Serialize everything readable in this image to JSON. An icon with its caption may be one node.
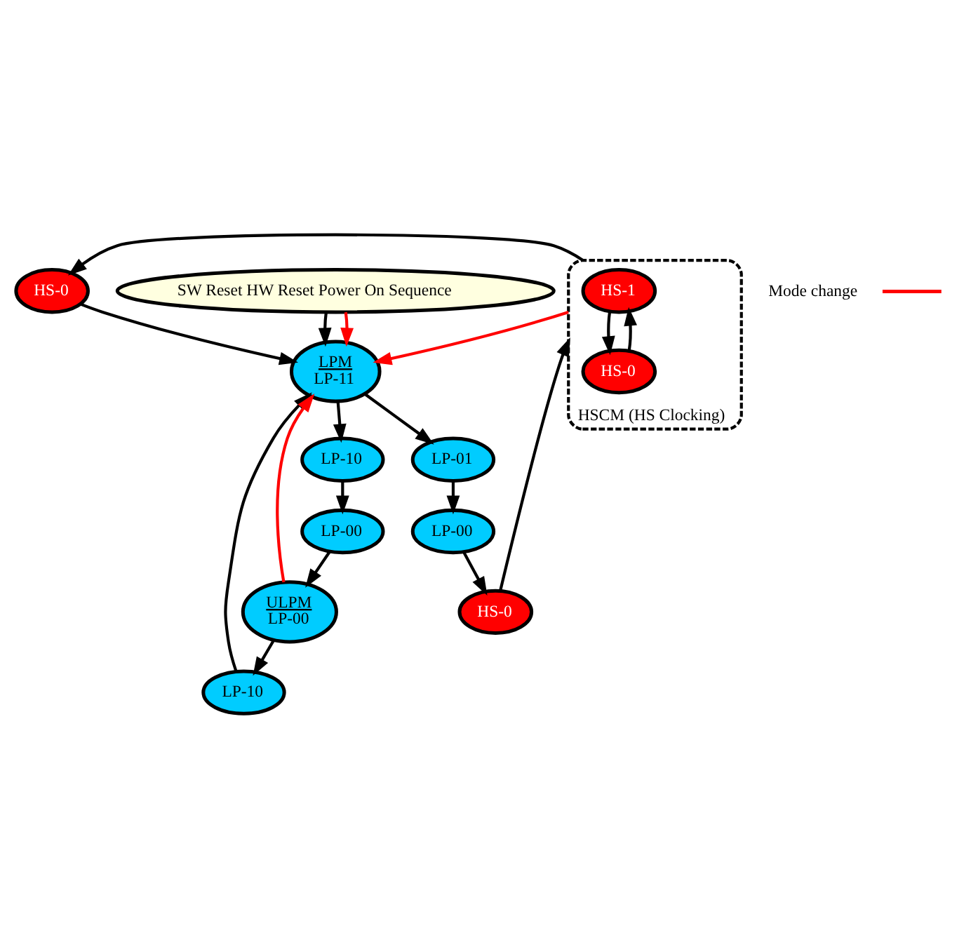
{
  "diagram": {
    "nodes": [
      {
        "text": [
          "SW Reset HW Reset Power On Sequence"
        ]
      },
      {
        "text": [
          "LPM",
          "LP-11"
        ]
      },
      {
        "text": [
          "LP-01"
        ]
      },
      {
        "text": [
          "LP-00"
        ]
      },
      {
        "text": [
          "LP-10"
        ]
      },
      {
        "text": [
          "LP-00"
        ]
      },
      {
        "text": [
          "LP-10"
        ]
      },
      {
        "text": [
          "ULPM",
          "LP-00"
        ]
      },
      {
        "text": [
          "HS-0"
        ]
      },
      {
        "text": [
          "HS-0"
        ]
      },
      {
        "text": [
          "HSCM (HS Clocking)"
        ]
      },
      {
        "text": [
          "HS-1"
        ],
        "in": 10
      },
      {
        "text": [
          "HS-0"
        ],
        "in": 10
      }
    ],
    "edges": [
      {
        "from": 0,
        "to": 1,
        "arrow": "to"
      },
      {
        "from": 0,
        "to": 1,
        "arrow": "to",
        "color": "#ff0000"
      },
      {
        "from": 1,
        "to": 2,
        "arrow": "to"
      },
      {
        "from": 1,
        "to": 4,
        "arrow": "to"
      },
      {
        "from": 2,
        "to": 3,
        "arrow": "to"
      },
      {
        "from": 3,
        "to": 9,
        "arrow": "to"
      },
      {
        "from": 4,
        "to": 5,
        "arrow": "to"
      },
      {
        "from": 5,
        "to": 7,
        "arrow": "to"
      },
      {
        "from": 7,
        "to": 6,
        "arrow": "to"
      },
      {
        "from": 6,
        "to": 1,
        "arrow": "to"
      },
      {
        "from": 8,
        "to": 1,
        "arrow": "to"
      },
      {
        "from": 7,
        "to": 1,
        "arrow": "to",
        "color": "#ff0000"
      },
      {
        "from": 10,
        "to": 8,
        "arrow": "to"
      },
      {
        "from": 9,
        "to": 10,
        "arrow": "to"
      },
      {
        "from": 10,
        "to": 1,
        "arrow": "to",
        "color": "#ff0000"
      },
      {
        "from": 11,
        "to": 12,
        "arrow": "to"
      },
      {
        "from": 12,
        "to": 11,
        "arrow": "to"
      }
    ],
    "legend": [
      {
        "text": "Mode change"
      }
    ]
  }
}
